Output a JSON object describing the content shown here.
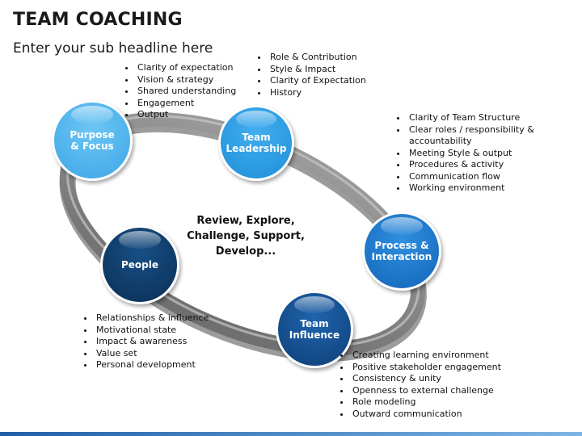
{
  "title": "TEAM COACHING",
  "subtitle": "Enter your sub headline here",
  "center_text": "Review, Explore,\nChallenge, Support,\nDevelop...",
  "nodes": {
    "purpose": {
      "label": "Purpose\n& Focus",
      "color": "#4fb3ec"
    },
    "leadership": {
      "label": "Team\nLeadership",
      "color": "#2b9be0"
    },
    "process": {
      "label": "Process &\nInteraction",
      "color": "#1c7ed0"
    },
    "influence": {
      "label": "Team\nInfluence",
      "color": "#134f8f"
    },
    "people": {
      "label": "People",
      "color": "#0d3f6e"
    }
  },
  "lists": {
    "purpose": [
      "Clarity of expectation",
      "Vision & strategy",
      "Shared understanding",
      "Engagement",
      "Output"
    ],
    "leadership": [
      "Role & Contribution",
      "Style & Impact",
      "Clarity of Expectation",
      "History"
    ],
    "process": [
      "Clarity of Team Structure",
      "Clear roles / responsibility & accountability",
      "Meeting Style & output",
      "Procedures & activity",
      "Communication flow",
      "Working environment"
    ],
    "people": [
      "Relationships & influence",
      "Motivational state",
      "Impact & awareness",
      "Value set",
      "Personal development"
    ],
    "influence": [
      "Creating learning environment",
      "Positive stakeholder engagement",
      "Consistency & unity",
      "Openness to external challenge",
      "Role modeling",
      "Outward communication"
    ]
  }
}
